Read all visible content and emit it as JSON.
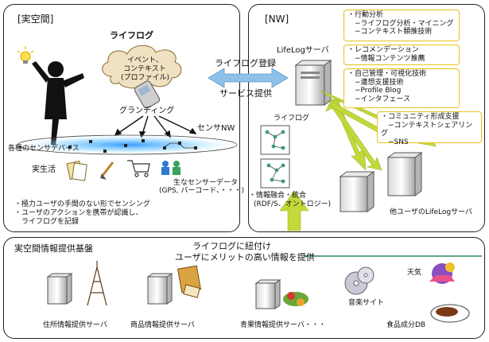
{
  "real_space": {
    "title": "[実空間]",
    "lifelog_label": "ライフログ",
    "cloud_lines": [
      "イベント、",
      "コンテキスト",
      "(プロファイル)"
    ],
    "grounding_label": "グランディング",
    "sensor_nw_label": "センサNW",
    "sensor_devices_label": "各種のセンサデバイス",
    "real_life_label": "実生活",
    "raw_sensor_lines": [
      "生なセンサーデータ",
      "(GPS, バーコード、・・・)"
    ],
    "bullets": [
      "・極力ユーザの手間のない形でセンシング",
      "・ユーザのアクションを携帯が認識し、",
      "　ライフログを記録"
    ]
  },
  "arrows": {
    "register_label": "ライフログ登録",
    "service_label": "サービス提供"
  },
  "nw": {
    "title": "[NW]",
    "server_label": "LifeLogサーバ",
    "lifelog_label": "ライフログ",
    "fusion_lines": [
      "・情報融合・統合",
      "(RDF/S、オントロジー)"
    ],
    "other_server_label": "他ユーザのLifeLogサーバ",
    "callouts": [
      {
        "lines": [
          "・行動分析",
          "　−ライフログ分析・マイニング",
          "　−コンテキスト類推技術"
        ]
      },
      {
        "lines": [
          "・レコメンデーション",
          "　−情報コンテンツ推薦"
        ]
      },
      {
        "lines": [
          "・自己管理・可視化技術",
          "　−連想支援技術",
          "　−Profile Blog",
          "　−インタフェース"
        ]
      },
      {
        "lines": [
          "・コミュニティ形成支援",
          "　−コンテキストシェアリング",
          "　−SNS"
        ]
      }
    ]
  },
  "bottom": {
    "title": "実空間情報提供基盤",
    "center_lines": [
      "ライフログに紐付け",
      "ユーザにメリットの高い情報を提供"
    ],
    "servers": [
      "住所情報提供サーバ",
      "商品情報提供サーバ",
      "青果情報提供サーバ・・・",
      "音楽サイト",
      "食品成分DB"
    ],
    "weather_label": "天気"
  },
  "colors": {
    "arrow_blue": "#8fc1e8",
    "arrow_green": "#c3d93a",
    "callout_border": "#e8c21a",
    "divider_green": "#2e8b57"
  }
}
